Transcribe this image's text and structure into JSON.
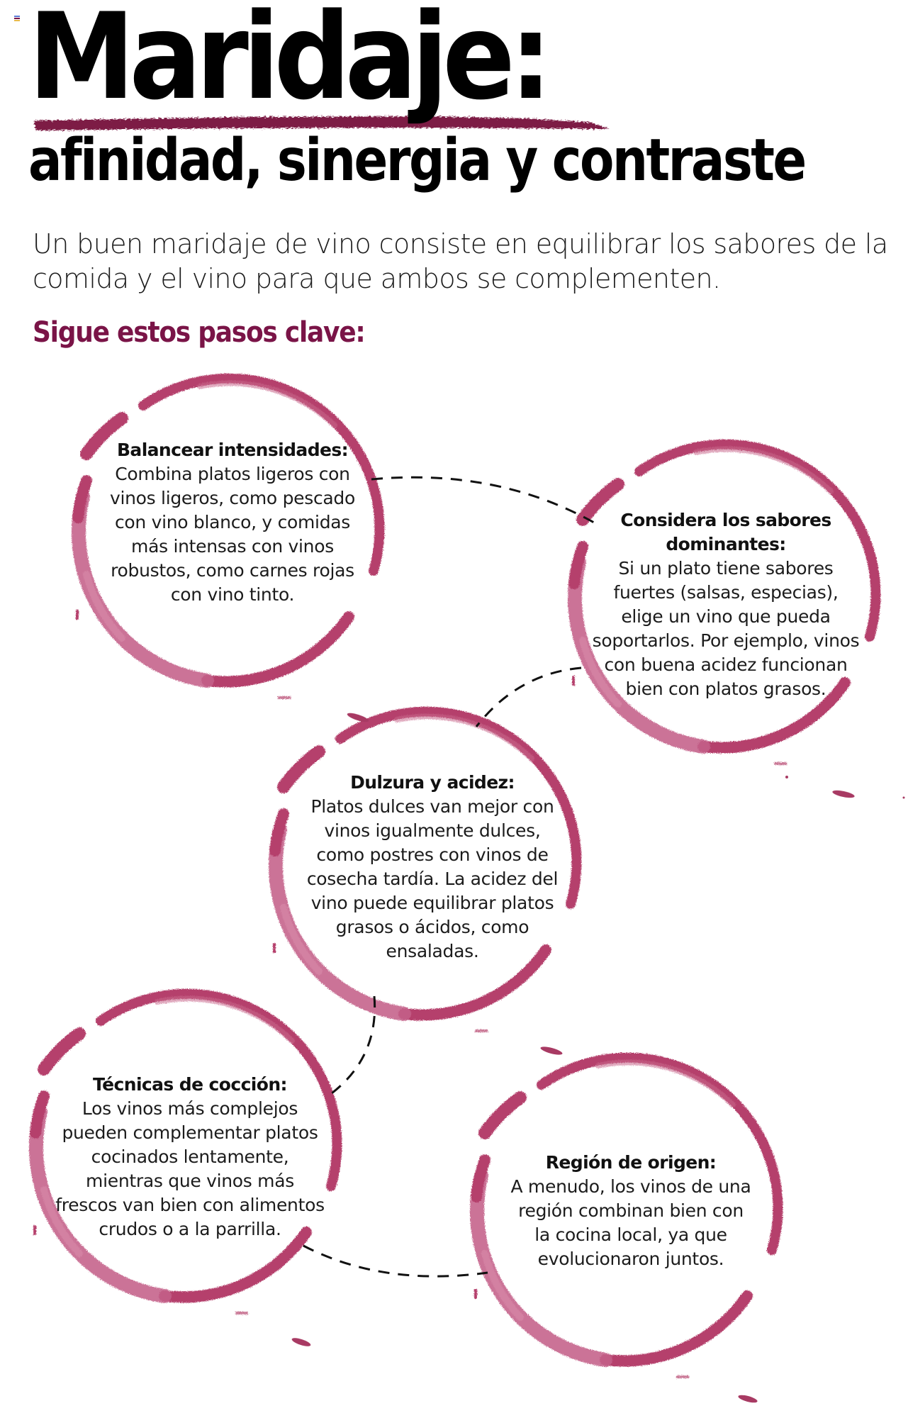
{
  "header": {
    "title": "Maridaje:",
    "subtitle": "afinidad, sinergia y contraste",
    "intro": "Un buen maridaje de vino consiste en equilibrar los sabores de la comida y el vino para que ambos se complementen.",
    "steps_heading": "Sigue estos pasos clave:"
  },
  "colors": {
    "accent": "#7a1447",
    "stain": "#b5416c",
    "stain_light": "#cd6e93",
    "text": "#111111"
  },
  "steps": [
    {
      "title": "Balancear intensidades:",
      "body": "Combina platos ligeros con vinos ligeros, como pescado con vino blanco, y comidas más intensas con vinos robustos, como carnes rojas con vino tinto."
    },
    {
      "title": "Considera los sabores dominantes:",
      "body": "Si un plato tiene sabores fuertes (salsas, especias), elige un vino que pueda soportarlos. Por ejemplo, vinos con buena acidez funcionan bien con platos grasos."
    },
    {
      "title": "Dulzura y acidez:",
      "body": "Platos dulces van mejor con vinos igualmente dulces, como postres con vinos de cosecha tardía. La acidez del vino puede equilibrar platos grasos o ácidos, como ensaladas."
    },
    {
      "title": "Técnicas de cocción:",
      "body": "Los vinos más complejos pueden complementar platos cocinados lentamente, mientras que vinos más frescos van bien con alimentos crudos o a la parrilla."
    },
    {
      "title": "Región de origen:",
      "body": "A menudo, los vinos de una región combinan bien con la cocina local, ya que evolucionaron juntos."
    }
  ],
  "icons": {
    "corner": "flag-icon",
    "ring": "wine-stain-ring-icon",
    "connector": "dashed-connector"
  }
}
